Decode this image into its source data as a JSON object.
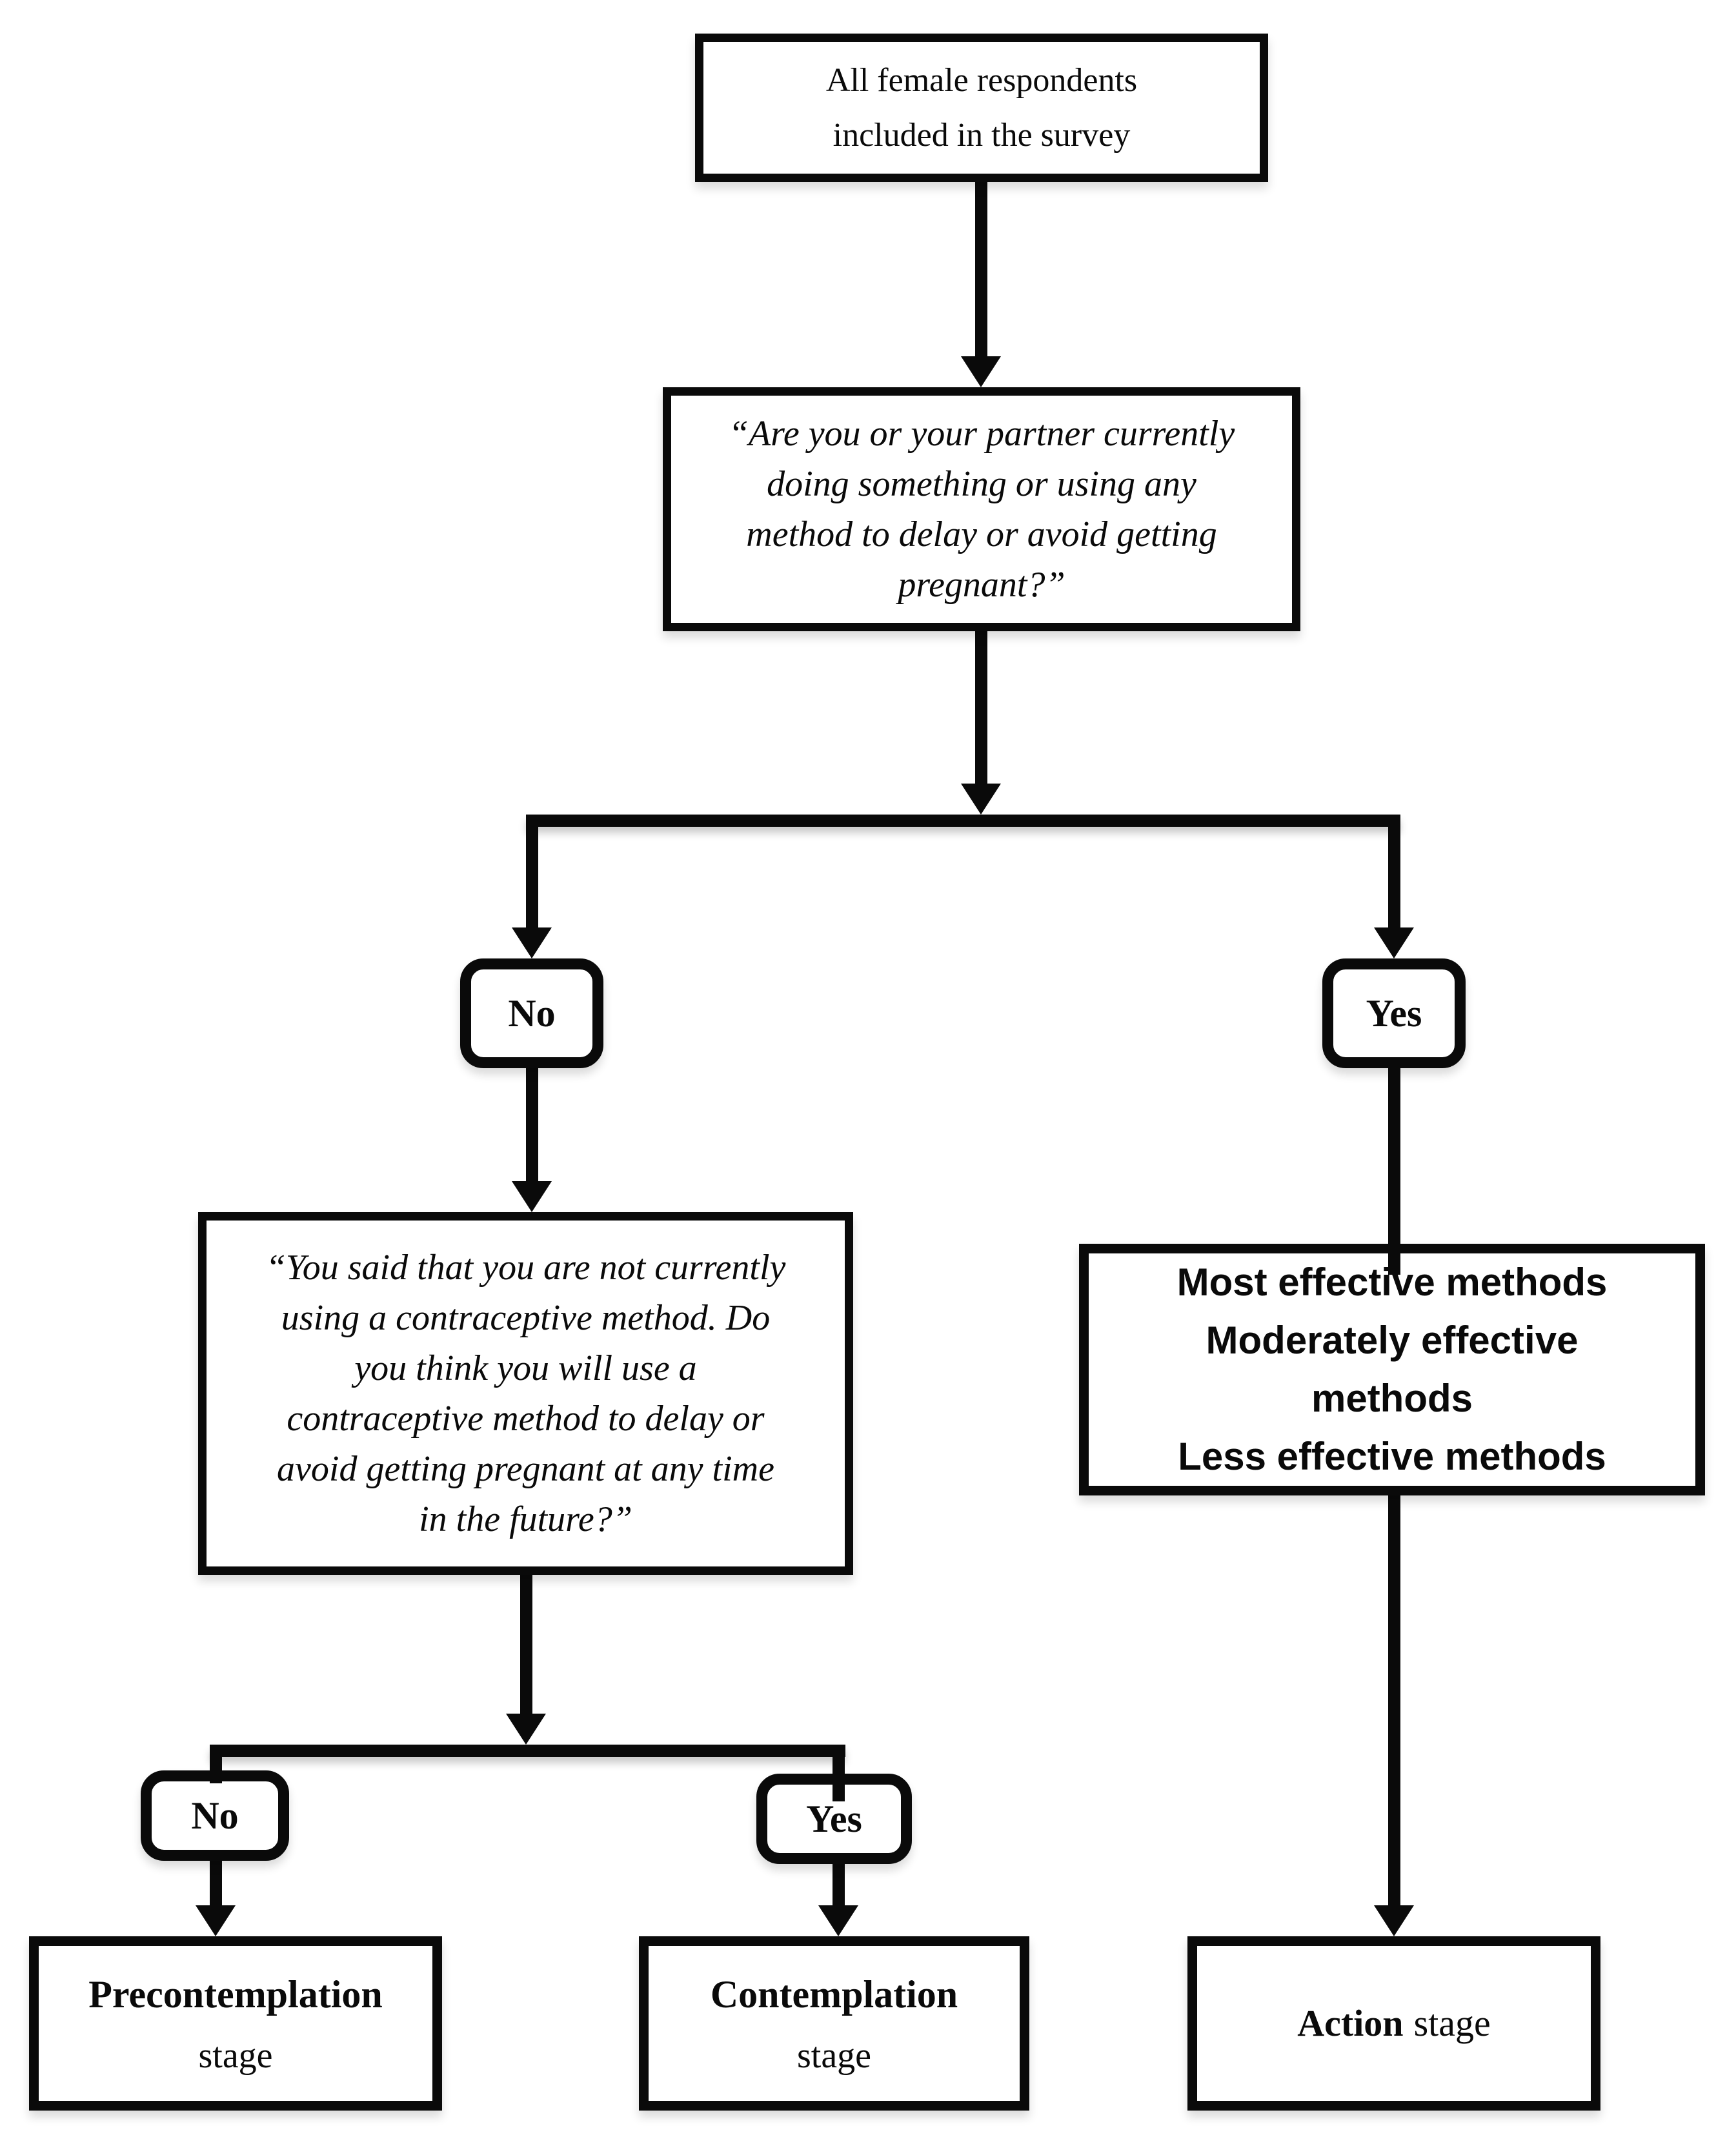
{
  "diagram": {
    "background_color": "#ffffff",
    "ink_color": "#0a0a0a",
    "nodes": {
      "start": {
        "lines": [
          "All female respondents",
          "included in the survey"
        ]
      },
      "question1": {
        "lines": [
          "“Are you or your partner currently",
          "doing something or using any",
          "method to delay or avoid getting",
          "pregnant?”"
        ]
      },
      "branch1": {
        "no": "No",
        "yes": "Yes"
      },
      "question2": {
        "lines": [
          "“You said that you are not currently",
          "using a contraceptive method. Do",
          "you think you will use a",
          "contraceptive method to delay or",
          "avoid getting pregnant at any time",
          "in the future?”"
        ]
      },
      "methods": {
        "lines": [
          "Most effective methods",
          "Moderately effective",
          "methods",
          "Less effective methods"
        ]
      },
      "branch2": {
        "no": "No",
        "yes": "Yes"
      },
      "precontemplation": {
        "name": "Precontemplation",
        "suffix": "stage"
      },
      "contemplation": {
        "name": "Contemplation",
        "suffix": "stage"
      },
      "action": {
        "name": "Action",
        "suffix": "stage"
      }
    }
  }
}
